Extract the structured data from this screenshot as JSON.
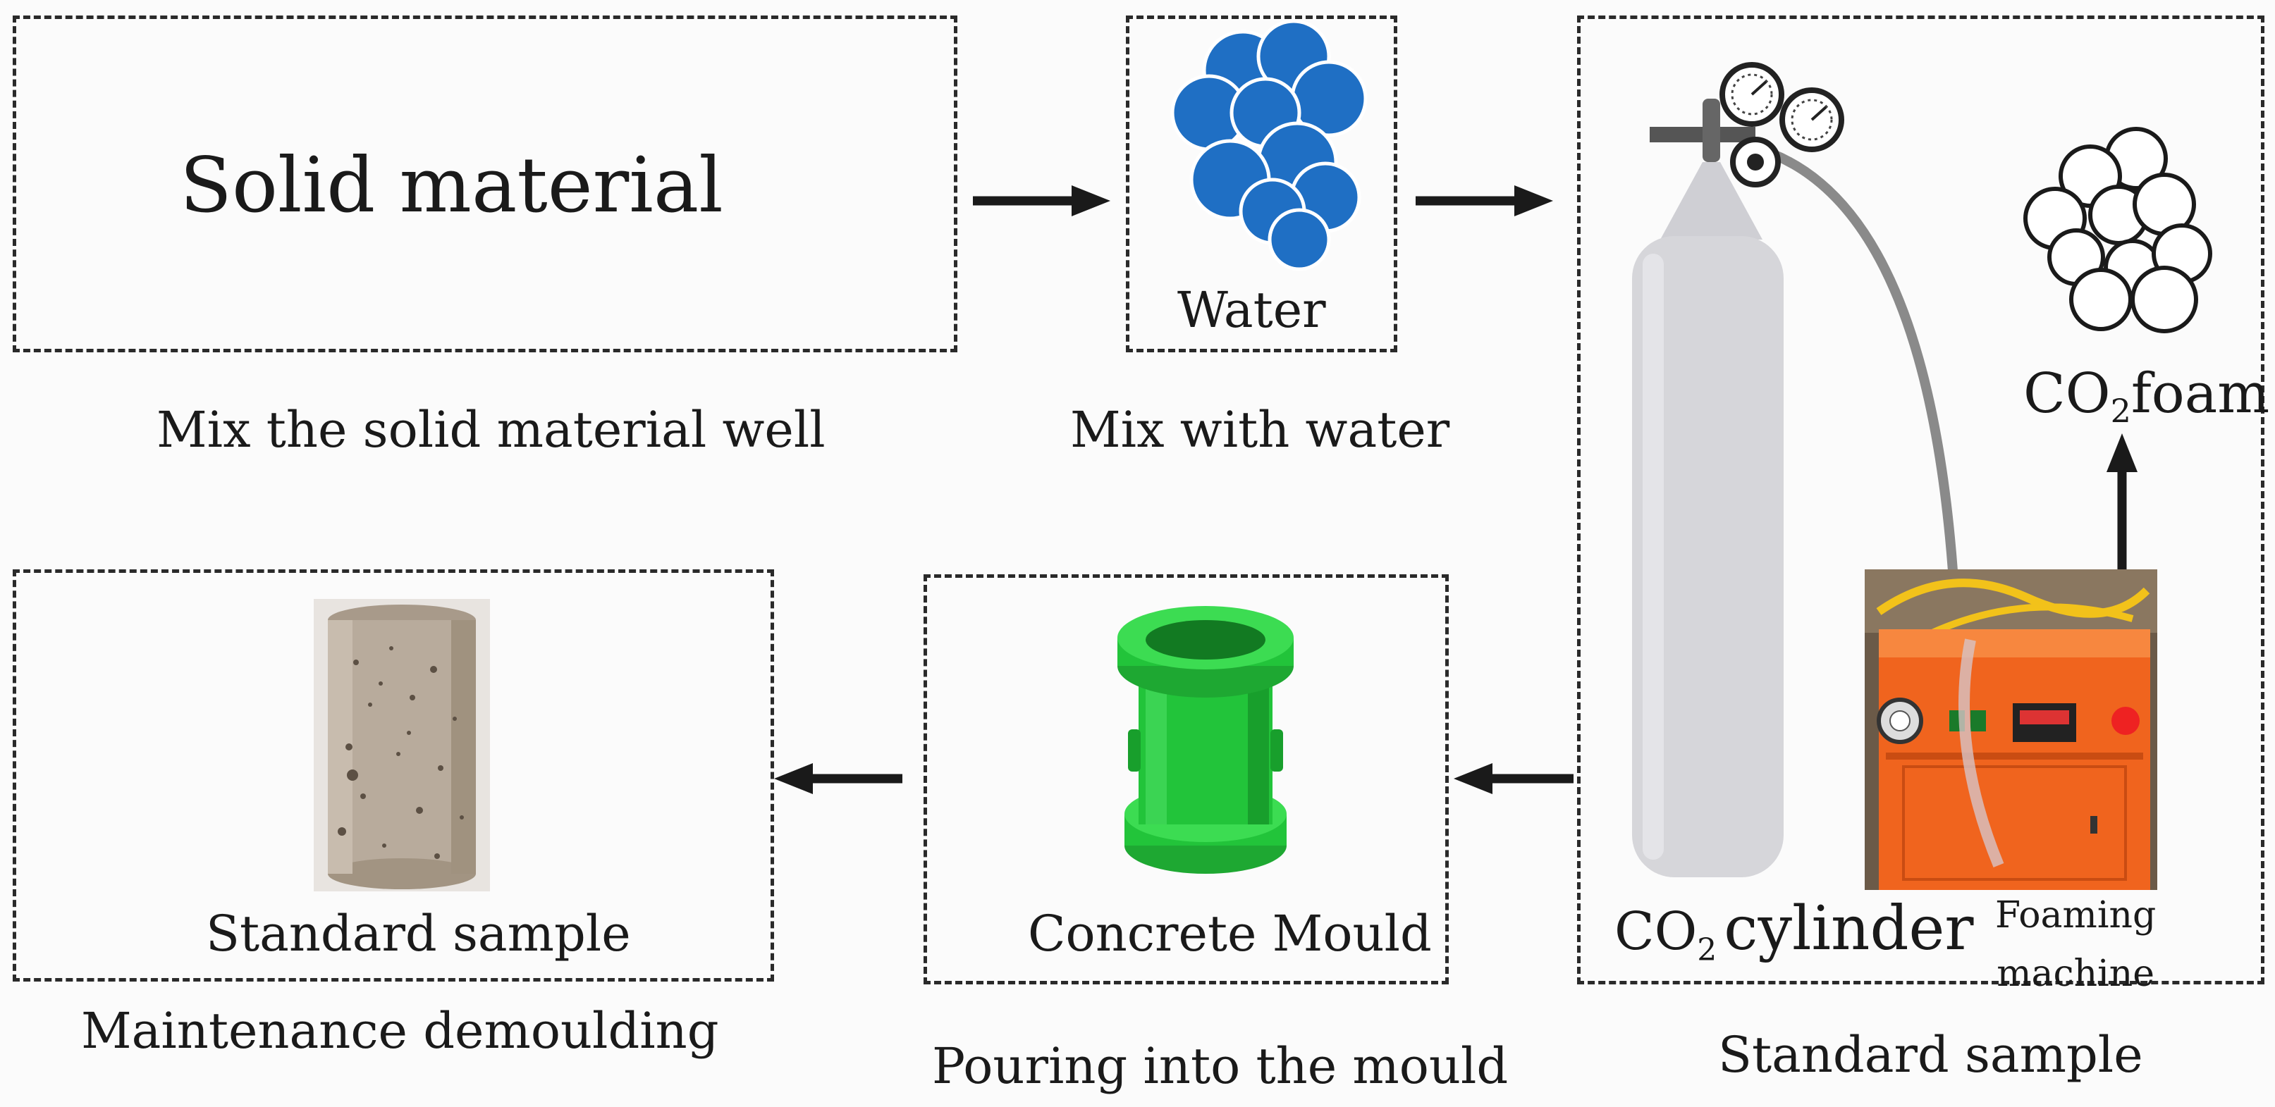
{
  "steps": {
    "solid": {
      "box_label": "Solid material",
      "caption": "Mix the solid material well"
    },
    "water": {
      "box_label": "Water",
      "caption": "Mix with water"
    },
    "foam": {
      "cylinder_label_prefix": "CO",
      "cylinder_label_sub": "2",
      "cylinder_label_suffix": "cylinder",
      "foam_label_prefix": "CO",
      "foam_label_sub": "2",
      "foam_label_suffix": "foam",
      "machine_label_line1": "Foaming",
      "machine_label_line2": "machine",
      "caption": "Standard sample"
    },
    "mould": {
      "box_label": "Concrete Mould",
      "caption": "Pouring into the mould"
    },
    "sample": {
      "box_label": "Standard sample",
      "caption": "Maintenance demoulding"
    }
  },
  "colors": {
    "water_blue": "#1f6fc4",
    "mould_green": "#22c43a",
    "machine_orange": "#f0641e",
    "cylinder_grey": "#d6d6da",
    "sample_beige": "#b8ab9c"
  }
}
